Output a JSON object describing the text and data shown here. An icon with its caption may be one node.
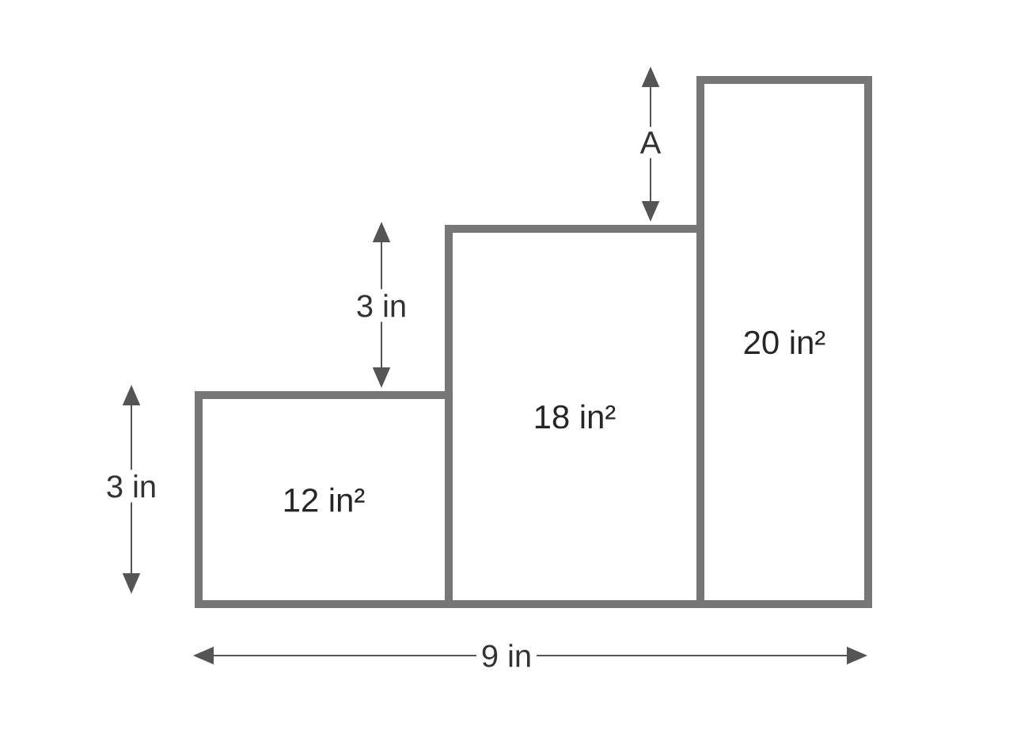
{
  "diagram": {
    "nodes": [
      {
        "text": [
          "12 in²"
        ]
      },
      {
        "text": [
          "18 in²"
        ]
      },
      {
        "text": [
          "20 in²"
        ]
      }
    ],
    "labels": [
      "A",
      "3 in",
      "3 in",
      "9 in"
    ]
  }
}
